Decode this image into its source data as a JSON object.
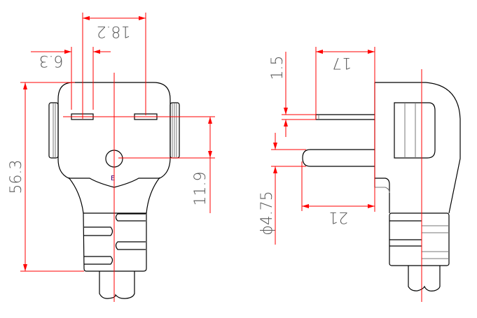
{
  "drawing": {
    "front_view": {
      "dimensions": {
        "pin_spacing": "18.2",
        "pin_width": "6.3",
        "overall_height": "56.3",
        "earth_offset": "11.9"
      },
      "earth_marking": "E"
    },
    "side_view": {
      "dimensions": {
        "pin_length": "17",
        "pin_thickness": "1.5",
        "earth_pin_length": "21",
        "earth_pin_diameter": "ϕ4.75"
      }
    },
    "colors": {
      "outline": "#000000",
      "dimension": "#ff0000"
    }
  }
}
